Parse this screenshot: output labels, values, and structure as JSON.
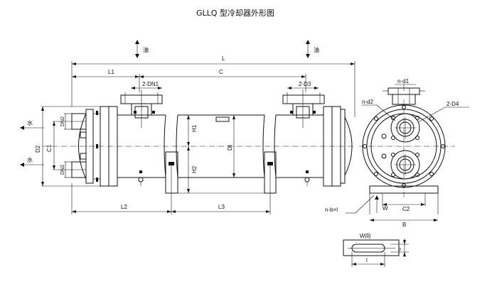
{
  "title": "GLLQ 型冷却器外形图",
  "flow": {
    "oil_left": "油",
    "oil_right": "油",
    "water_top": "水",
    "water_bottom": "水"
  },
  "dims": {
    "L": "L",
    "L1": "L1",
    "C": "C",
    "L2": "L2",
    "L3": "L3",
    "H1": "H1",
    "H2": "H2",
    "D1": "DI",
    "D2": "D2",
    "C1": "C1",
    "DN2_top": "DN2",
    "DN2_bottom": "DN2",
    "DN1": "2-DN1",
    "D3": "2-D3",
    "nd1": "n-d1",
    "nd2": "n-d2",
    "D4": "2-D4",
    "nbl": "n-b×l",
    "W": "W",
    "C2": "C2",
    "B": "B"
  },
  "detail": {
    "title": "W向",
    "b": "b",
    "l": "l"
  }
}
